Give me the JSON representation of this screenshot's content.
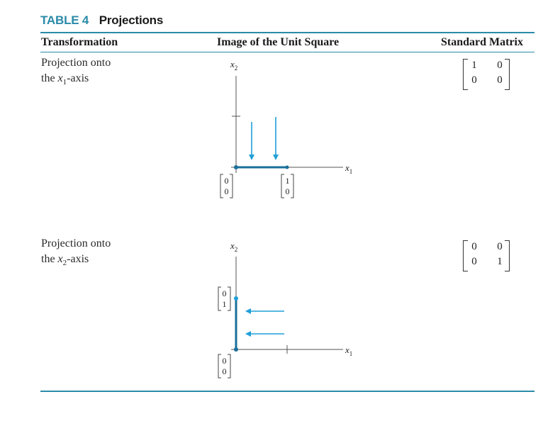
{
  "caption": {
    "number": "TABLE 4",
    "title": "Projections"
  },
  "headers": {
    "transformation": "Transformation",
    "image": "Image of the Unit Square",
    "matrix": "Standard Matrix"
  },
  "rows": [
    {
      "line1": "Projection onto",
      "line2_pre": "the ",
      "line2_var": "x",
      "line2_sub": "1",
      "line2_post": "-axis",
      "vertical_axis_label": "x",
      "vertical_axis_sub": "2",
      "horizontal_axis_label": "x",
      "horizontal_axis_sub": "1",
      "vector_a": [
        "0",
        "0"
      ],
      "vector_b": [
        "1",
        "0"
      ],
      "matrix": [
        [
          "1",
          "0"
        ],
        [
          "0",
          "0"
        ]
      ]
    },
    {
      "line1": "Projection onto",
      "line2_pre": "the ",
      "line2_var": "x",
      "line2_sub": "2",
      "line2_post": "-axis",
      "vertical_axis_label": "x",
      "vertical_axis_sub": "2",
      "horizontal_axis_label": "x",
      "horizontal_axis_sub": "1",
      "vector_a": [
        "0",
        "1"
      ],
      "vector_b": [
        "0",
        "0"
      ],
      "matrix": [
        [
          "0",
          "0"
        ],
        [
          "0",
          "1"
        ]
      ]
    }
  ],
  "colors": {
    "accent": "#2a8ba8",
    "arrow": "#1f9fd8",
    "segment": "#1a6f9a"
  }
}
